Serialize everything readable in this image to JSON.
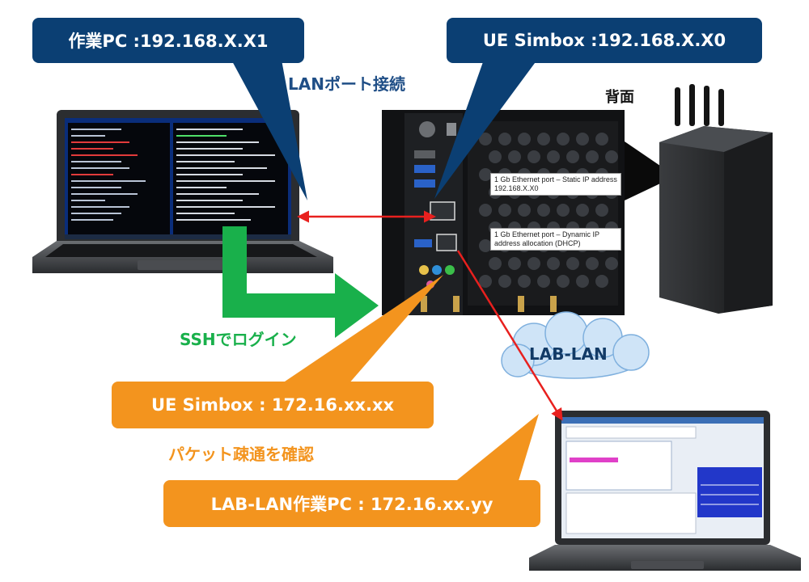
{
  "callouts": {
    "work_pc": "作業PC :192.168.X.X1",
    "ue_simbox_top": "UE Simbox :192.168.X.X0",
    "ue_simbox_lab": "UE Simbox : 172.16.xx.xx",
    "lab_lan_pc": "LAB-LAN作業PC : 172.16.xx.yy"
  },
  "labels": {
    "lan_port": "LANポート接続",
    "rear": "背面",
    "ssh_login": "SSHでログイン",
    "lab_lan": "LAB-LAN",
    "packet_check": "パケット疎通を確認"
  },
  "ports": {
    "static": "1 Gb Ethernet port – Static IP address 192.168.X.X0",
    "dynamic": "1 Gb Ethernet port – Dynamic IP address allocation (DHCP)"
  },
  "colors": {
    "navy": "#0b3f73",
    "orange": "#f3941e",
    "green": "#19b04b",
    "red": "#e8201e",
    "cloud": "#cfe4f7"
  }
}
